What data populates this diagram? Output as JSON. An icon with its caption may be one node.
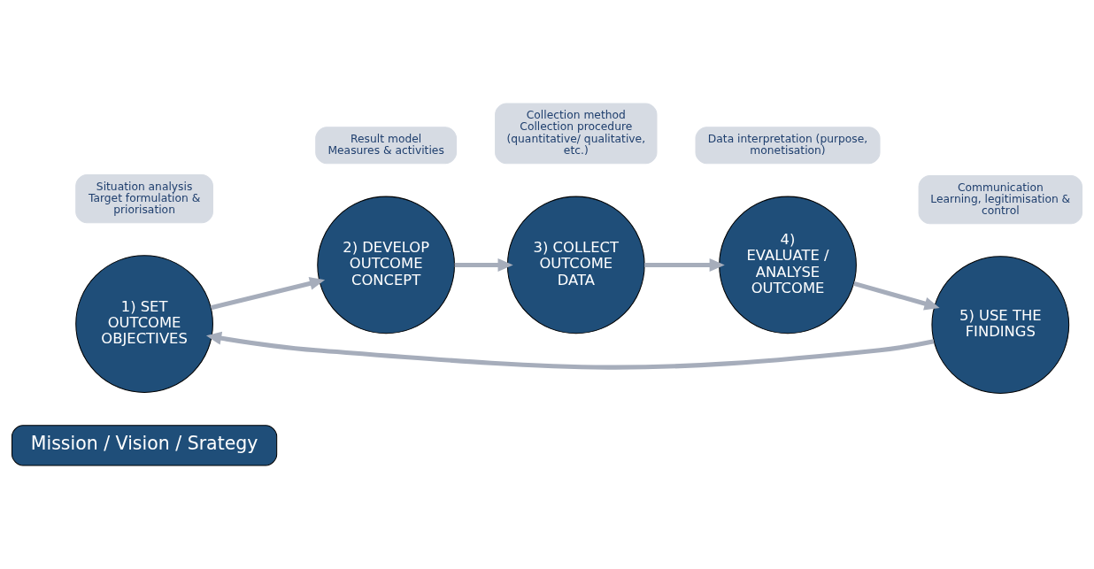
{
  "diagram": {
    "nodes": [
      {
        "text": [
          "Mission / Vision / Srategy"
        ]
      },
      {
        "text": [
          "1) SET OUTCOME OBJECTIVES"
        ]
      },
      {
        "text": [
          "2) DEVELOP OUTCOME CONCEPT"
        ]
      },
      {
        "text": [
          "3) COLLECT OUTCOME DATA"
        ]
      },
      {
        "text": [
          "4) EVALUATE / ANALYSE OUTCOME"
        ]
      },
      {
        "text": [
          "5) USE THE FINDINGS"
        ]
      },
      {
        "text": [
          "Situation analysis",
          "Target formulation & priorisation"
        ]
      },
      {
        "text": [
          "Result model",
          "Measures & activities"
        ]
      },
      {
        "text": [
          "Collection method",
          "Collection procedure (quantitative/ qualitative, etc.)"
        ]
      },
      {
        "text": [
          "Data interpretation (purpose, monetisation)"
        ]
      },
      {
        "text": [
          "Communication",
          "Learning, legitimisation & control"
        ]
      }
    ],
    "edges": [
      {
        "from": 1,
        "to": 2,
        "arrow": "to"
      },
      {
        "from": 2,
        "to": 3,
        "arrow": "to"
      },
      {
        "from": 3,
        "to": 4,
        "arrow": "to"
      },
      {
        "from": 4,
        "to": 5,
        "arrow": "to"
      },
      {
        "from": 5,
        "to": 1,
        "arrow": "to"
      }
    ]
  }
}
